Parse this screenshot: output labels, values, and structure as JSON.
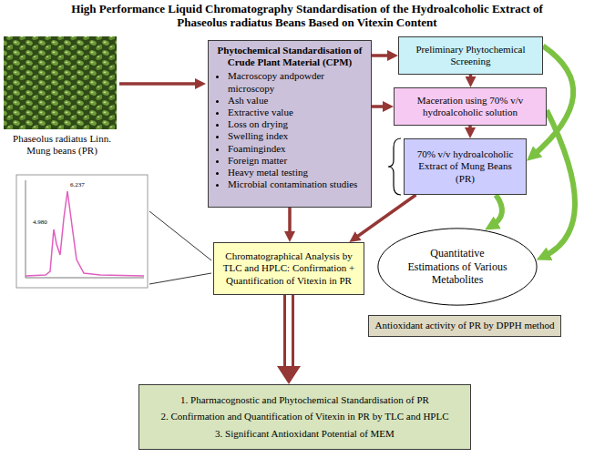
{
  "diagram": {
    "title": "High Performance Liquid Chromatography Standardisation of the Hydroalcoholic Extract of Phaseolus radiatus Beans Based on Vitexin Content",
    "nodes": [
      {
        "text": [
          "Phytochemical Standardisation of Crude Plant Material (CPM)",
          "Macroscopy andpowder microscopy",
          "Ash value",
          "Extractive value",
          "Loss on drying",
          "Swelling index",
          "Foamingindex",
          "Foreign matter",
          "Heavy metal testing",
          "Microbial contamination studies"
        ]
      },
      {
        "text": [
          "Preliminary Phytochemical Screening"
        ]
      },
      {
        "text": [
          "Maceration using 70% v/v hydroalcoholic solution"
        ]
      },
      {
        "text": [
          "70% v/v hydroalcoholic Extract of Mung Beans (PR)"
        ]
      },
      {
        "text": [
          "Chromatographical Analysis by TLC and HPLC: Confirmation + Quantification of Vitexin in PR"
        ]
      },
      {
        "text": [
          "Quantitative Estimations of Various Metabolites"
        ]
      },
      {
        "text": [
          "Antioxidant activity of PR by DPPH method"
        ]
      },
      {
        "text": [
          "1. Pharmacognostic and Phytochemical Standardisation of PR",
          "2. Confirmation and Quantification of Vitexin in PR by TLC and HPLC",
          "3. Significant Antioxidant Potential of MEM"
        ]
      }
    ],
    "edges": [
      {
        "from": 0,
        "to": 1,
        "arrow": "to"
      },
      {
        "from": 0,
        "to": 2,
        "arrow": "to"
      },
      {
        "from": 1,
        "to": 2,
        "arrow": "to"
      },
      {
        "from": 2,
        "to": 3,
        "arrow": "to"
      },
      {
        "from": 3,
        "to": 4,
        "arrow": "to"
      },
      {
        "from": 0,
        "to": 4,
        "arrow": "to"
      },
      {
        "from": 4,
        "to": 7,
        "arrow": "to"
      },
      {
        "from": 1,
        "to": 3,
        "arrow": "to"
      },
      {
        "from": 2,
        "to": 5,
        "arrow": "to"
      },
      {
        "from": 3,
        "to": 5,
        "arrow": "to"
      }
    ],
    "labels": [
      "Phaseolus radiatus Linn. Mung beans (PR)",
      "4.980",
      "6.237"
    ]
  }
}
